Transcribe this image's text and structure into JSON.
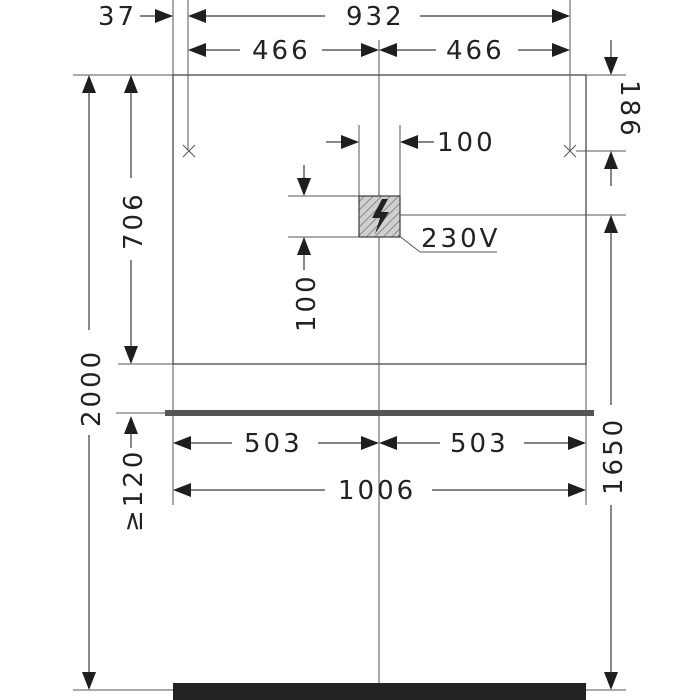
{
  "dimensions": {
    "offset_left": "37",
    "outer_width": "932",
    "half_left": "466",
    "half_right": "466",
    "top_offset": "186",
    "socket_width": "100",
    "socket_height": "100",
    "voltage": "230V",
    "panel_height": "706",
    "total_height": "2000",
    "mount_height": "1650",
    "min_gap": "≥120",
    "shelf_half_left": "503",
    "shelf_half_right": "503",
    "shelf_width": "1006"
  },
  "colors": {
    "line": "#3a3a3a",
    "arrow": "#1e1e1e",
    "shelf": "#555555",
    "floor": "#222222",
    "socket_fill": "#cfcfcf"
  }
}
